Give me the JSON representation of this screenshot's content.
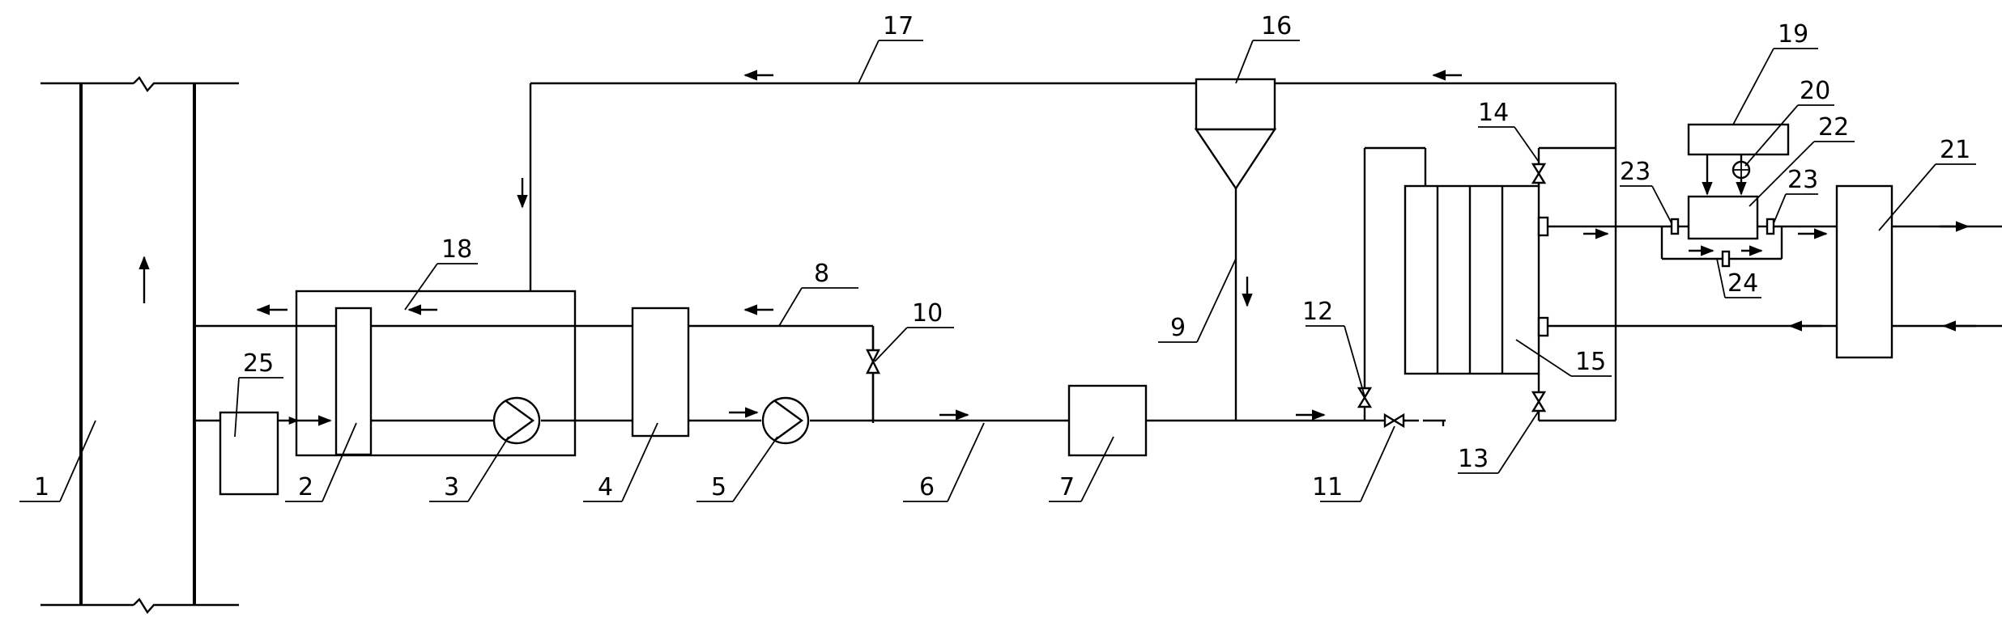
{
  "labels": {
    "n1": "1",
    "n2": "2",
    "n3": "3",
    "n4": "4",
    "n5": "5",
    "n6": "6",
    "n7": "7",
    "n8": "8",
    "n9": "9",
    "n10": "10",
    "n11": "11",
    "n12": "12",
    "n13": "13",
    "n14": "14",
    "n15": "15",
    "n16": "16",
    "n17": "17",
    "n18": "18",
    "n19": "19",
    "n20": "20",
    "n21": "21",
    "n22": "22",
    "n23a": "23",
    "n23b": "23",
    "n24": "24",
    "n25": "25"
  }
}
